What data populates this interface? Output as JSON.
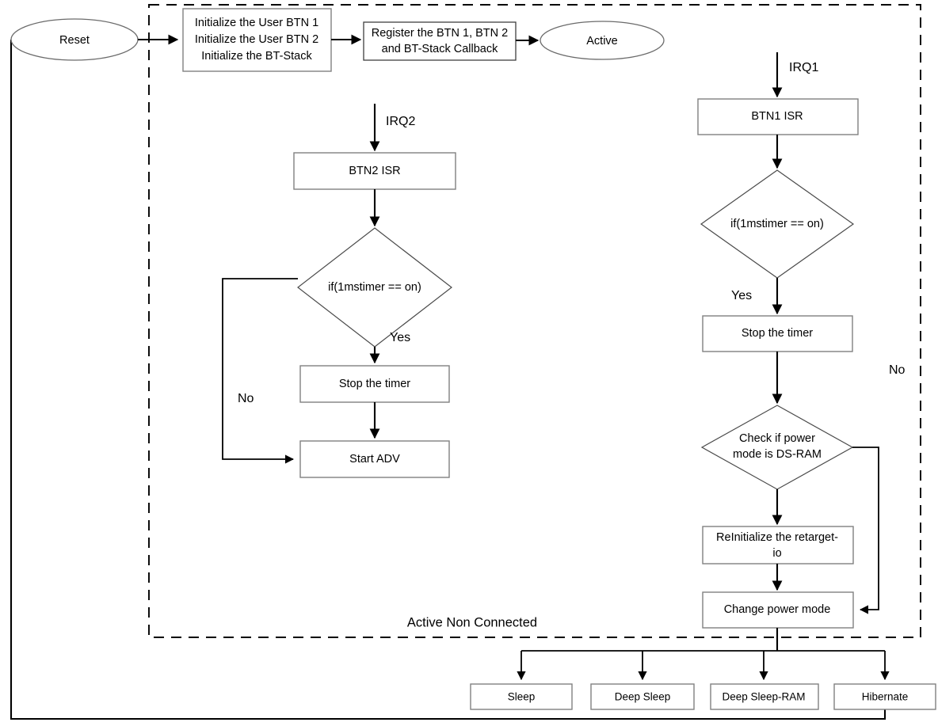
{
  "diagram": {
    "title": "Active Non Connected power-mode flowchart",
    "region": {
      "label": "Active Non Connected",
      "border_style": "dashed",
      "border_color": "#000000"
    },
    "nodes": {
      "reset": {
        "label": "Reset",
        "shape": "ellipse"
      },
      "init": {
        "shape": "process",
        "line1": "Initialize the User BTN 1",
        "line2": "Initialize the User BTN 2",
        "line3": "Initialize the BT-Stack"
      },
      "register": {
        "shape": "process",
        "line1": "Register the BTN 1, BTN 2",
        "line2": "and BT-Stack Callback"
      },
      "active": {
        "label": "Active",
        "shape": "ellipse"
      },
      "btn2_isr": {
        "label": "BTN2 ISR",
        "shape": "process"
      },
      "btn2_check": {
        "label": "if(1mstimer == on)",
        "shape": "decision"
      },
      "btn2_stop_timer": {
        "label": "Stop the timer",
        "shape": "process"
      },
      "start_adv": {
        "label": "Start ADV",
        "shape": "process"
      },
      "btn1_isr": {
        "label": "BTN1 ISR",
        "shape": "process"
      },
      "btn1_check": {
        "label": "if(1mstimer == on)",
        "shape": "decision"
      },
      "btn1_stop_timer": {
        "label": "Stop the timer",
        "shape": "process"
      },
      "check_ds_ram": {
        "shape": "decision",
        "line1": "Check if power",
        "line2": "mode is DS-RAM"
      },
      "reinit_retarget": {
        "shape": "process",
        "line1": "ReInitialize the retarget-",
        "line2": "io"
      },
      "change_power_mode": {
        "label": "Change power mode",
        "shape": "process"
      },
      "sleep": {
        "label": "Sleep",
        "shape": "process"
      },
      "deep_sleep": {
        "label": "Deep Sleep",
        "shape": "process"
      },
      "deep_sleep_ram": {
        "label": "Deep Sleep-RAM",
        "shape": "process"
      },
      "hibernate": {
        "label": "Hibernate",
        "shape": "process"
      }
    },
    "edge_labels": {
      "irq1": "IRQ1",
      "irq2": "IRQ2",
      "btn2_yes": "Yes",
      "btn2_no": "No",
      "btn1_yes": "Yes",
      "btn1_no": "No"
    }
  }
}
